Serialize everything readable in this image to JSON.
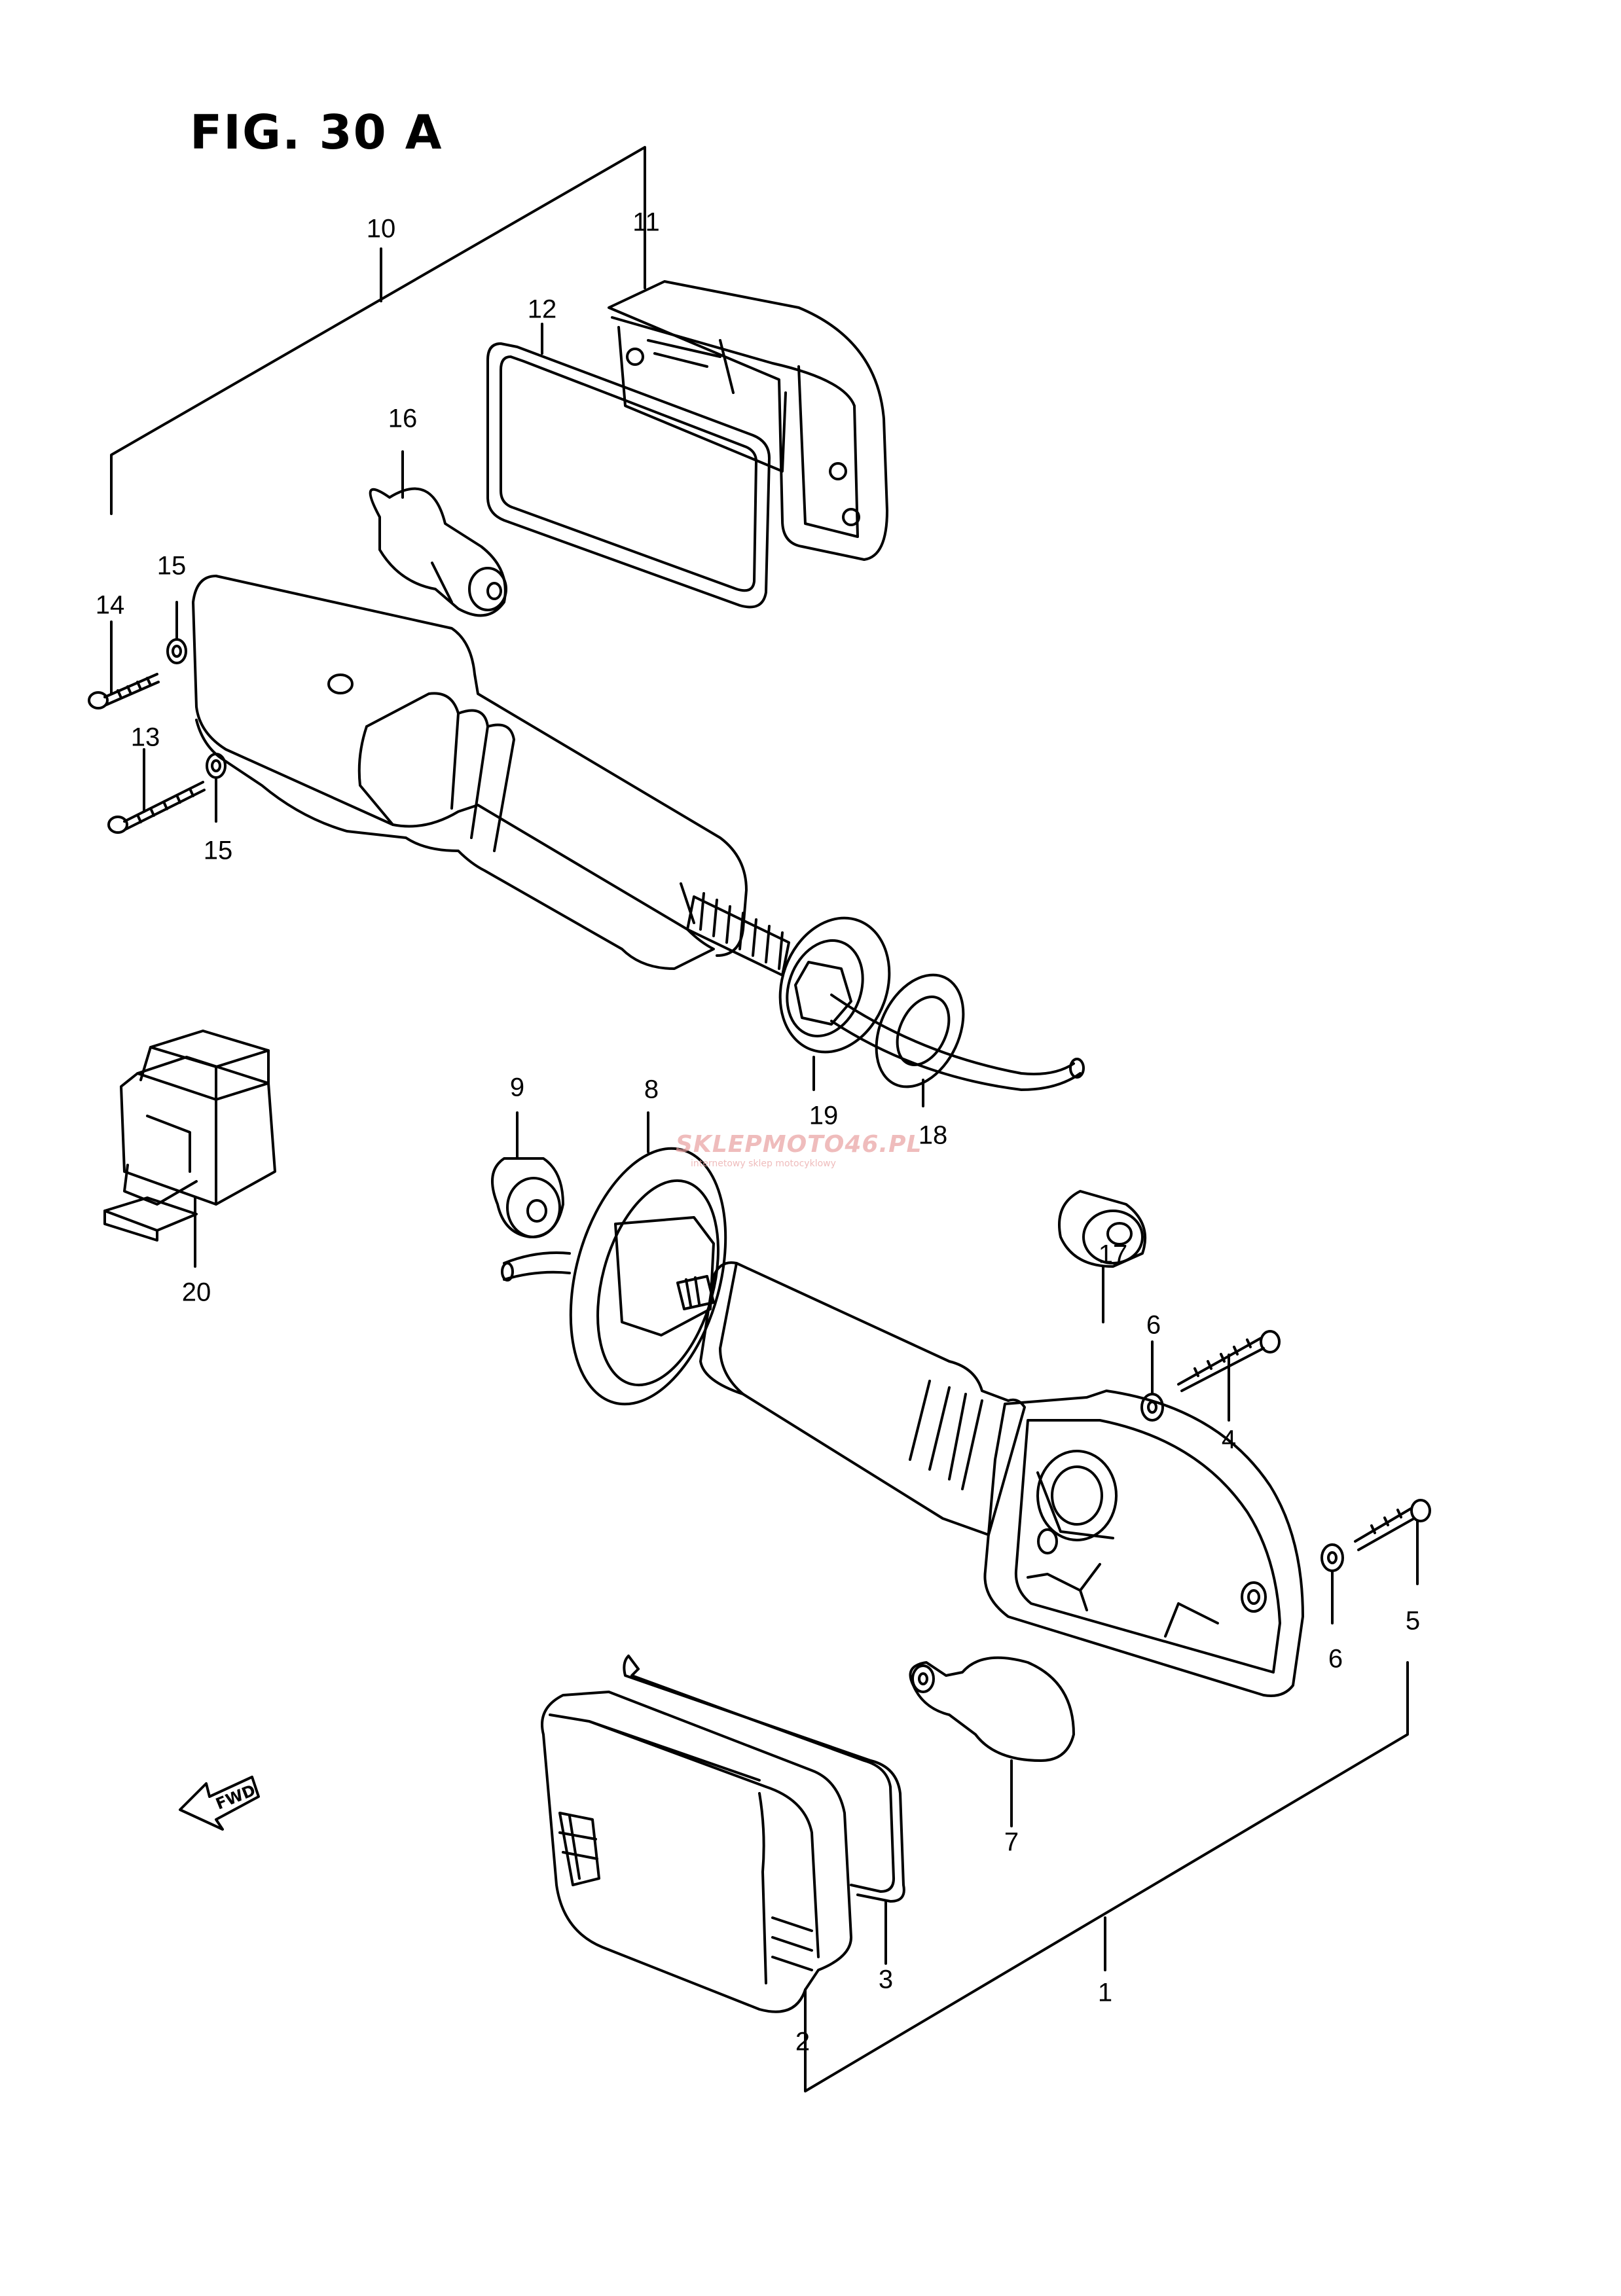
{
  "figure": {
    "title": "FIG. 30 A"
  },
  "callouts": [
    {
      "id": "c1",
      "label": "1"
    },
    {
      "id": "c2",
      "label": "2"
    },
    {
      "id": "c3",
      "label": "3"
    },
    {
      "id": "c4",
      "label": "4"
    },
    {
      "id": "c5",
      "label": "5"
    },
    {
      "id": "c6a",
      "label": "6"
    },
    {
      "id": "c6b",
      "label": "6"
    },
    {
      "id": "c7",
      "label": "7"
    },
    {
      "id": "c8",
      "label": "8"
    },
    {
      "id": "c9",
      "label": "9"
    },
    {
      "id": "c10",
      "label": "10"
    },
    {
      "id": "c11",
      "label": "11"
    },
    {
      "id": "c12",
      "label": "12"
    },
    {
      "id": "c13",
      "label": "13"
    },
    {
      "id": "c14",
      "label": "14"
    },
    {
      "id": "c15a",
      "label": "15"
    },
    {
      "id": "c15b",
      "label": "15"
    },
    {
      "id": "c16",
      "label": "16"
    },
    {
      "id": "c17",
      "label": "17"
    },
    {
      "id": "c18",
      "label": "18"
    },
    {
      "id": "c19",
      "label": "19"
    },
    {
      "id": "c20",
      "label": "20"
    }
  ],
  "watermark": {
    "brand": "SKLEPMOTO46.PL",
    "tagline": "internetowy sklep motocyklowy"
  },
  "direction_marker": {
    "label": "FWD",
    "icon": "arrow-left-icon"
  }
}
